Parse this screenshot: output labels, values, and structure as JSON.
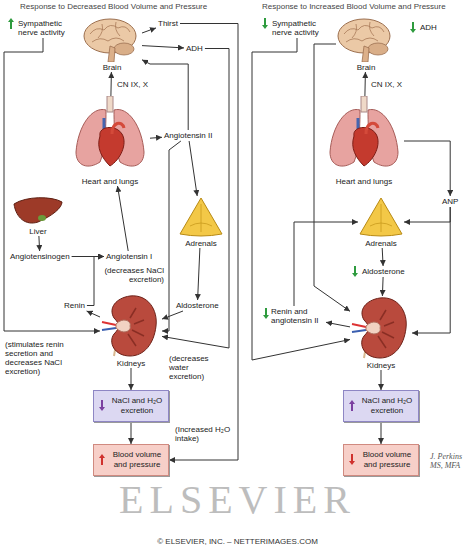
{
  "diagram": {
    "nodes": [
      {
        "text": [
          "Sympathetic nerve activity"
        ]
      },
      {
        "text": [
          "Brain"
        ]
      },
      {
        "text": [
          "Thirst"
        ]
      },
      {
        "text": [
          "ADH"
        ]
      },
      {
        "text": [
          "Heart and lungs"
        ]
      },
      {
        "text": [
          "Angiotensin II"
        ]
      },
      {
        "text": [
          "Liver"
        ]
      },
      {
        "text": [
          "Angiotensinogen"
        ]
      },
      {
        "text": [
          "Angiotensin I"
        ]
      },
      {
        "text": [
          "Adrenals"
        ]
      },
      {
        "text": [
          "Renin"
        ]
      },
      {
        "text": [
          "Aldosterone"
        ]
      },
      {
        "text": [
          "Kidneys"
        ]
      },
      {
        "text": [
          "NaCl and H₂O excretion"
        ]
      },
      {
        "text": [
          "Blood volume and pressure"
        ]
      },
      {
        "text": [
          "Sympathetic nerve activity"
        ]
      },
      {
        "text": [
          "Brain"
        ]
      },
      {
        "text": [
          "ADH"
        ]
      },
      {
        "text": [
          "Heart and lungs"
        ]
      },
      {
        "text": [
          "ANP"
        ]
      },
      {
        "text": [
          "Adrenals"
        ]
      },
      {
        "text": [
          "Renin and angiotensin II"
        ]
      },
      {
        "text": [
          "Aldosterone"
        ]
      },
      {
        "text": [
          "Kidneys"
        ]
      },
      {
        "text": [
          "NaCl and H₂O excretion"
        ]
      },
      {
        "text": [
          "Blood volume and pressure"
        ]
      }
    ],
    "edges": [
      {
        "from": 0,
        "to": 12,
        "arrow": "to",
        "label": "(stimulates renin secretion and decreases NaCl excretion)"
      },
      {
        "from": 4,
        "to": 1,
        "arrow": "to",
        "label": "CN IX, X"
      },
      {
        "from": 1,
        "to": 2,
        "arrow": "to"
      },
      {
        "from": 1,
        "to": 3,
        "arrow": "to"
      },
      {
        "from": 2,
        "to": 14,
        "arrow": "to",
        "label": "(Increased H₂O intake)"
      },
      {
        "from": 3,
        "to": 12,
        "arrow": "to",
        "label": "(decreases water excretion)"
      },
      {
        "from": 4,
        "to": 5,
        "arrow": "to"
      },
      {
        "from": 5,
        "to": 1,
        "arrow": "to"
      },
      {
        "from": 5,
        "to": 9,
        "arrow": "to"
      },
      {
        "from": 5,
        "to": 12,
        "arrow": "to",
        "label": "(decreases NaCl excretion)"
      },
      {
        "from": 6,
        "to": 7,
        "arrow": "to"
      },
      {
        "from": 7,
        "to": 8,
        "arrow": "to"
      },
      {
        "from": 8,
        "to": 4,
        "arrow": "to"
      },
      {
        "from": 10,
        "to": 8,
        "arrow": "to"
      },
      {
        "from": 12,
        "to": 10,
        "arrow": "to"
      },
      {
        "from": 9,
        "to": 11,
        "arrow": "to"
      },
      {
        "from": 11,
        "to": 12,
        "arrow": "to"
      },
      {
        "from": 12,
        "to": 13,
        "arrow": "to"
      },
      {
        "from": 13,
        "to": 14,
        "arrow": "to"
      },
      {
        "from": 18,
        "to": 16,
        "arrow": "to",
        "label": "CN IX, X"
      },
      {
        "from": 15,
        "to": 23,
        "arrow": "to"
      },
      {
        "from": 16,
        "to": 23,
        "arrow": "to"
      },
      {
        "from": 18,
        "to": 19,
        "arrow": "to"
      },
      {
        "from": 19,
        "to": 20,
        "arrow": "to"
      },
      {
        "from": 19,
        "to": 23,
        "arrow": "to"
      },
      {
        "from": 21,
        "to": 20,
        "arrow": "to"
      },
      {
        "from": 23,
        "to": 21,
        "arrow": "to"
      },
      {
        "from": 20,
        "to": 22,
        "arrow": "to"
      },
      {
        "from": 22,
        "to": 23,
        "arrow": "to"
      },
      {
        "from": 23,
        "to": 24,
        "arrow": "to"
      },
      {
        "from": 24,
        "to": 25,
        "arrow": "to"
      }
    ],
    "labels": [
      "Response to Decreased Blood Volume and Pressure",
      "Response to Increased Blood Volume and Pressure",
      "ELSEVIER",
      "J. Perkins MS, MFA",
      "© ELSEVIER, INC. – NETTERIMAGES.COM"
    ]
  }
}
